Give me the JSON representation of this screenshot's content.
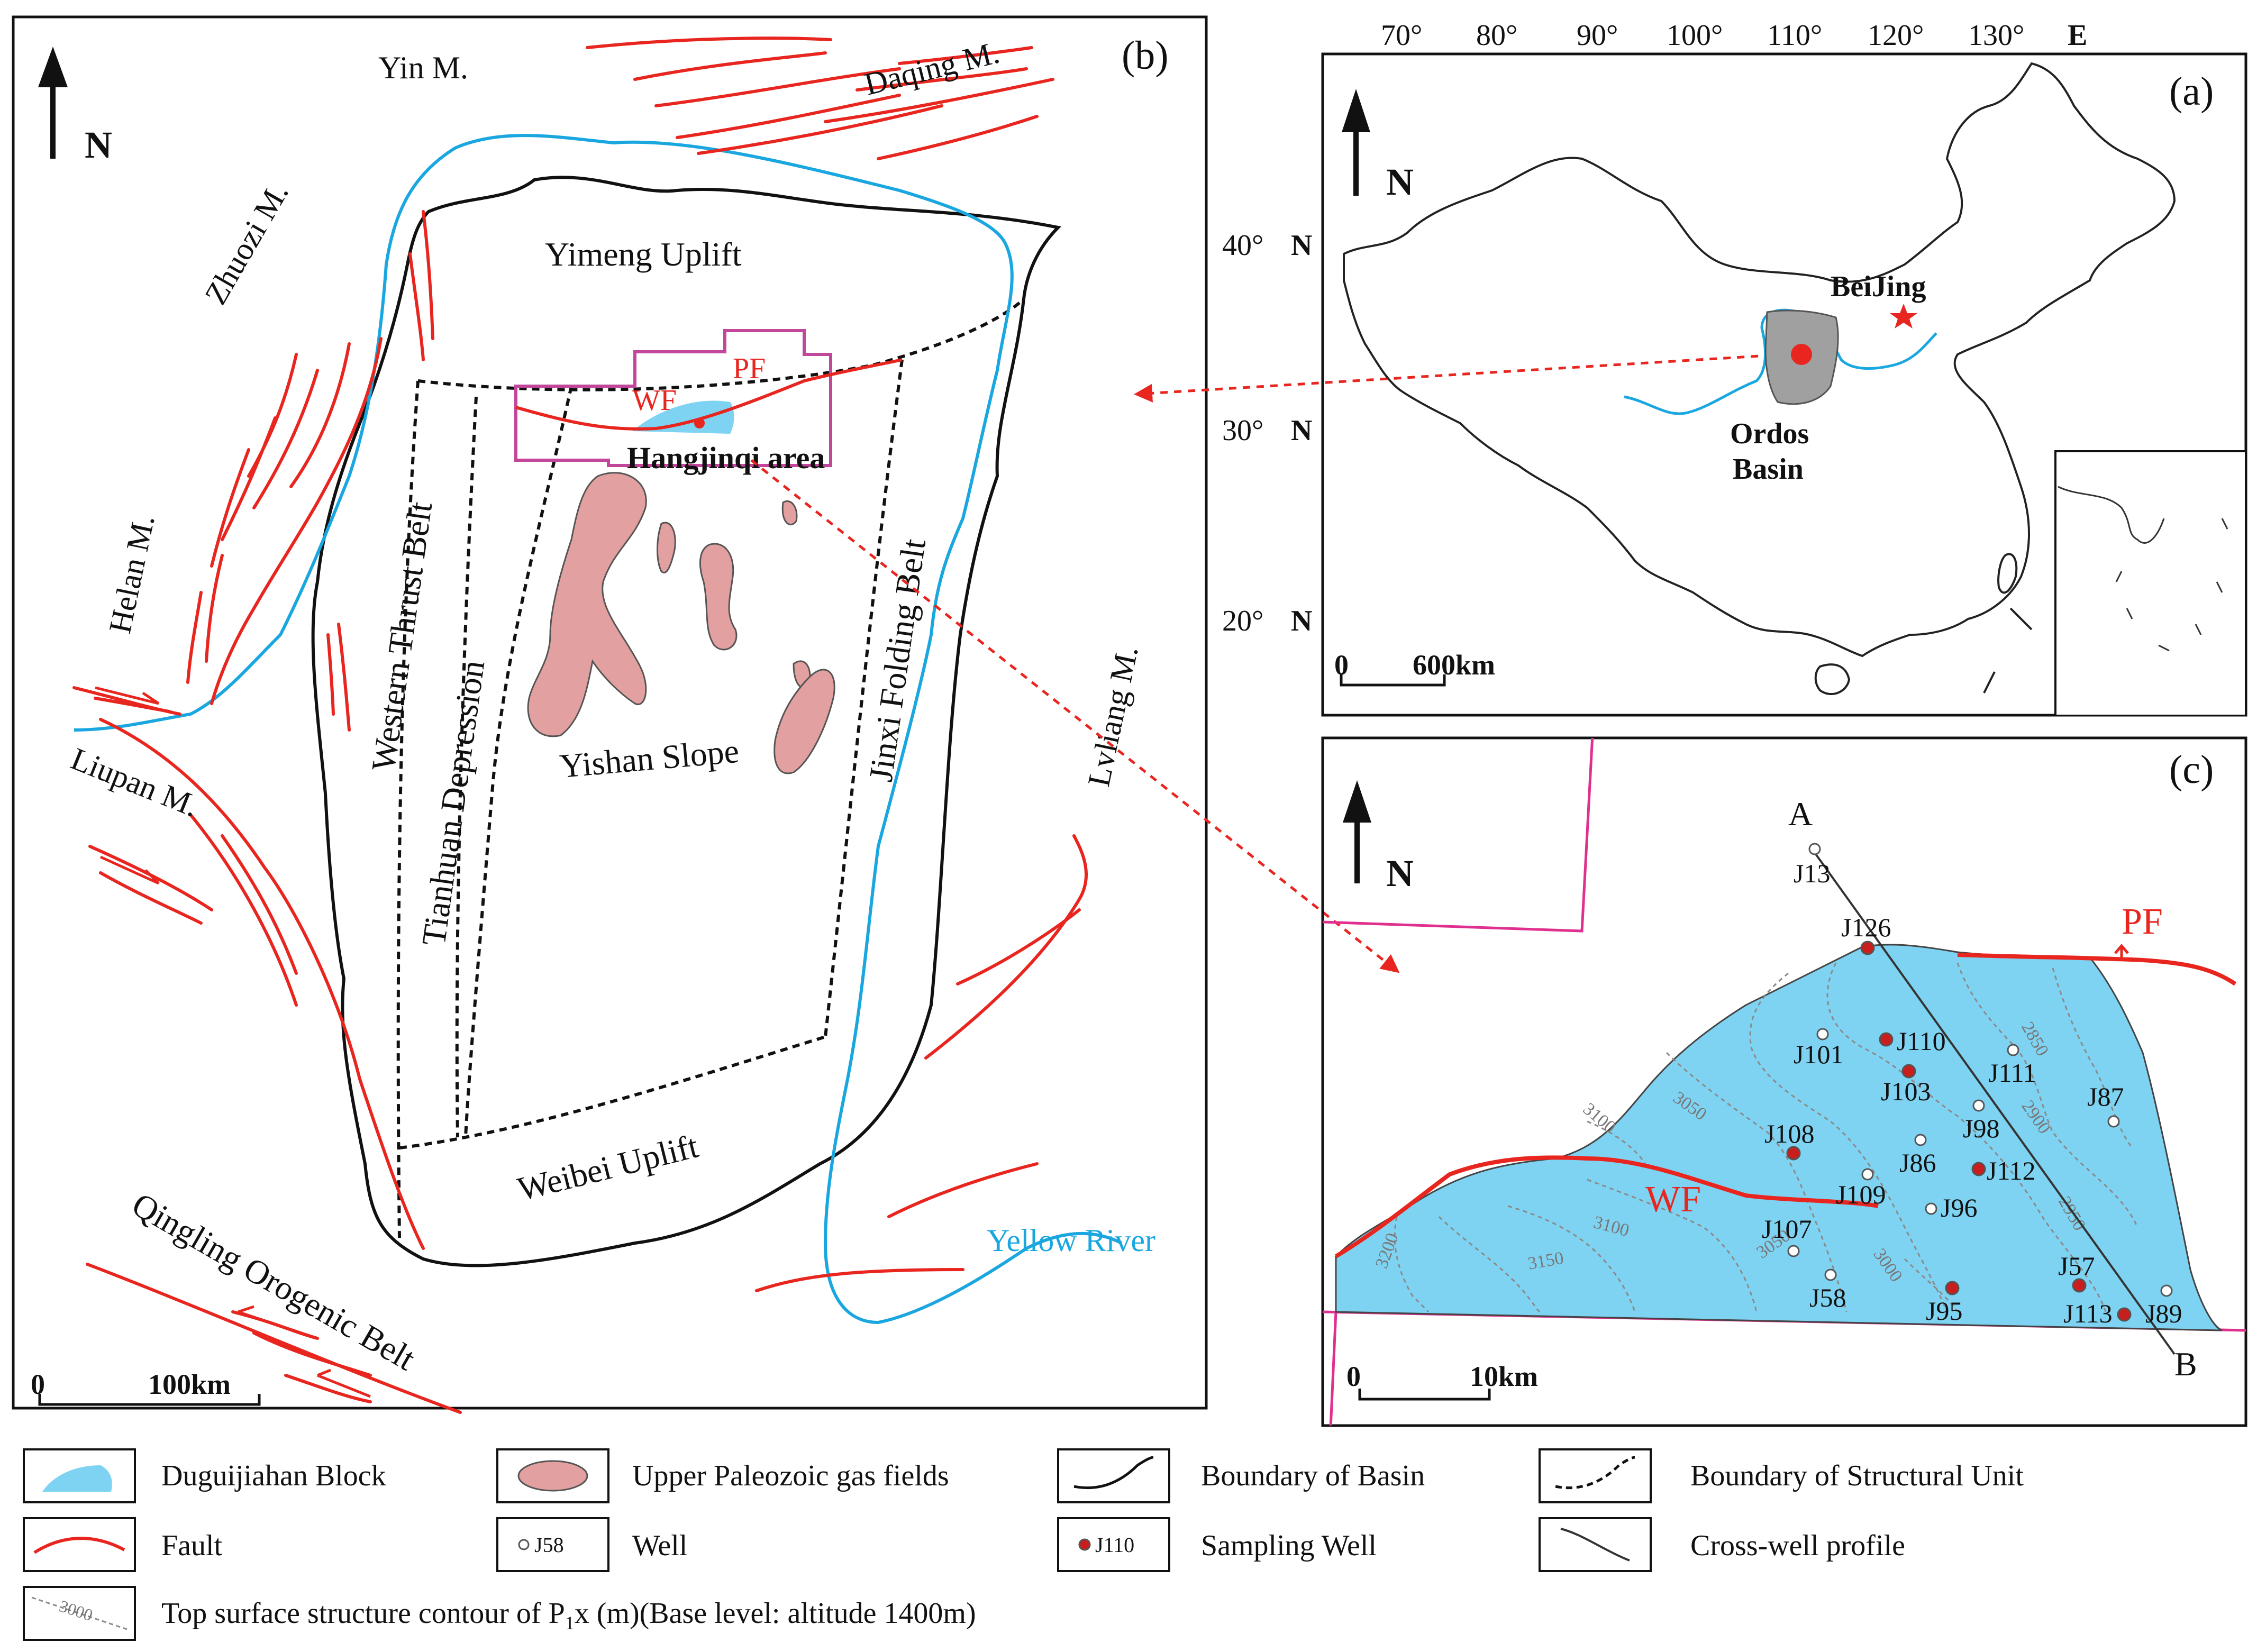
{
  "panel_b": {
    "label": "(b)",
    "north": "N",
    "mountains": {
      "yin": "Yin M.",
      "daqing": "Daqing M.",
      "zhuozi": "Zhuozi M.",
      "helan": "Helan M.",
      "liupan": "Liupan M.",
      "lvliang": "Lvliang M."
    },
    "units": {
      "yimeng": "Yimeng Uplift",
      "western_thrust": "Western Thrust Belt",
      "tianhuan": "Tianhuan Depression",
      "yishan": "Yishan Slope",
      "jinxi": "Jinxi Folding Belt",
      "weibei": "Weibei Uplift",
      "qingling": "Qingling Orogenic Belt"
    },
    "faults": {
      "wf": "WF",
      "pf": "PF"
    },
    "area": "Hangjinqi area",
    "river": "Yellow River",
    "scale": {
      "zero": "0",
      "dist": "100km"
    }
  },
  "panel_a": {
    "label": "(a)",
    "north": "N",
    "lon_ticks": [
      "70°",
      "80°",
      "90°",
      "100°",
      "110°",
      "120°",
      "130°",
      "E"
    ],
    "lat_ticks": [
      {
        "deg": "40°",
        "n": "N"
      },
      {
        "deg": "30°",
        "n": "N"
      },
      {
        "deg": "20°",
        "n": "N"
      }
    ],
    "capital": "BeiJing",
    "basin_line1": "Ordos",
    "basin_line2": "Basin",
    "scale": {
      "zero": "0",
      "dist": "600km"
    }
  },
  "panel_c": {
    "label": "(c)",
    "north": "N",
    "profile_a": "A",
    "profile_b": "B",
    "faults": {
      "pf": "PF",
      "wf": "WF"
    },
    "contours": [
      "2850",
      "2900",
      "2950",
      "3000",
      "3050",
      "3050",
      "3100",
      "3100",
      "3150",
      "3200"
    ],
    "wells": [
      "J13",
      "J101",
      "J111",
      "J87",
      "J98",
      "J86",
      "J109",
      "J96",
      "J107",
      "J58",
      "J89"
    ],
    "sampling_wells": [
      "J126",
      "J110",
      "J103",
      "J112",
      "J108",
      "J95",
      "J57",
      "J113"
    ],
    "scale": {
      "zero": "0",
      "dist": "10km"
    }
  },
  "legend": {
    "block": "Duguijiahan Block",
    "gas_fields": "Upper Paleozoic gas fields",
    "basin_boundary": "Boundary of Basin",
    "unit_boundary": "Boundary of Structural Unit",
    "fault": "Fault",
    "well": "Well",
    "well_sample": "J58",
    "sampling_well": "Sampling Well",
    "sampling_sample": "J110",
    "profile": "Cross-well profile",
    "contour_prefix": "Top surface structure contour of P",
    "contour_sub": "1",
    "contour_suffix": "x (m)(Base level: altitude 1400m)",
    "contour_sample": "3000"
  },
  "colors": {
    "fault": "#e8261f",
    "river": "#1aa7e0",
    "block": "#7fd3f2",
    "gas_field": "#e3a0a0",
    "study_area": "#c2479a",
    "contour": "#8a8a8a"
  }
}
